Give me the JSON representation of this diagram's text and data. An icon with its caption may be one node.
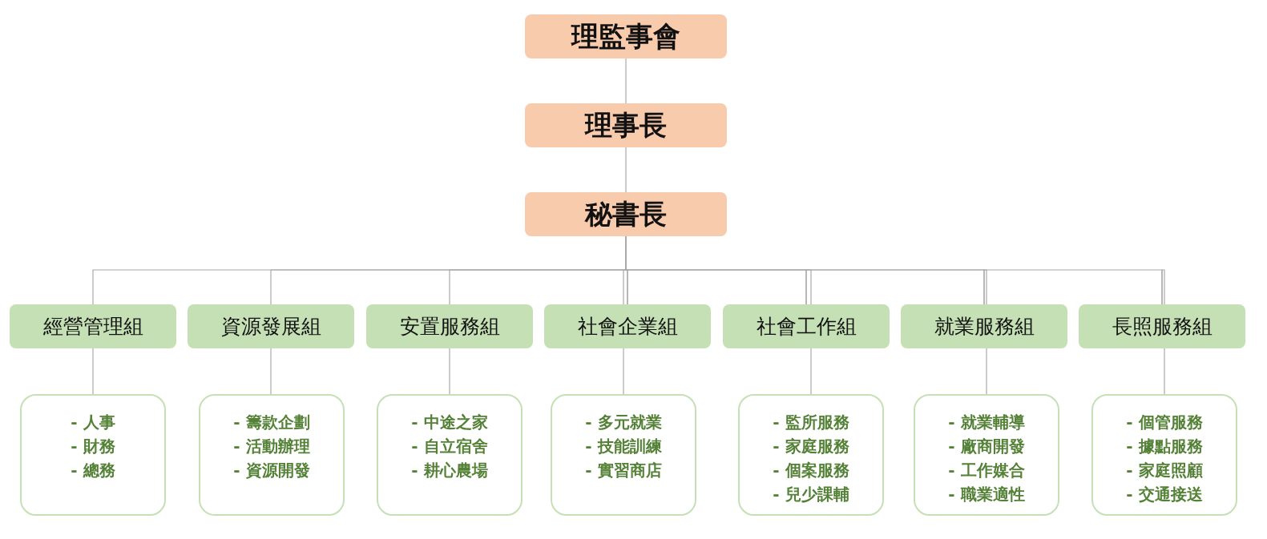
{
  "diagram": {
    "nodes": [
      {
        "text": [
          "理監事會"
        ]
      },
      {
        "text": [
          "理事長"
        ]
      },
      {
        "text": [
          "秘書長"
        ]
      },
      {
        "text": [
          "經營管理組"
        ]
      },
      {
        "text": [
          "資源發展組"
        ]
      },
      {
        "text": [
          "安置服務組"
        ]
      },
      {
        "text": [
          "社會企業組"
        ]
      },
      {
        "text": [
          "社會工作組"
        ]
      },
      {
        "text": [
          "就業服務組"
        ]
      },
      {
        "text": [
          "長照服務組"
        ]
      },
      {
        "text": [
          "- 人事",
          "- 財務",
          "- 總務"
        ]
      },
      {
        "text": [
          "- 籌款企劃",
          "- 活動辦理",
          "- 資源開發"
        ]
      },
      {
        "text": [
          "- 中途之家",
          "- 自立宿舍",
          "- 耕心農場"
        ]
      },
      {
        "text": [
          "- 多元就業",
          "- 技能訓練",
          "- 實習商店"
        ]
      },
      {
        "text": [
          "- 監所服務",
          "- 家庭服務",
          "- 個案服務",
          "- 兒少課輔"
        ]
      },
      {
        "text": [
          "- 就業輔導",
          "- 廠商開發",
          "- 工作媒合",
          "- 職業適性"
        ]
      },
      {
        "text": [
          "- 個管服務",
          "- 據點服務",
          "- 家庭照顧",
          "- 交通接送"
        ]
      }
    ],
    "edges": [
      {
        "from": 0,
        "to": 1,
        "arrow": "none"
      },
      {
        "from": 1,
        "to": 2,
        "arrow": "none"
      },
      {
        "from": 2,
        "to": 3,
        "arrow": "none"
      },
      {
        "from": 2,
        "to": 4,
        "arrow": "none"
      },
      {
        "from": 2,
        "to": 5,
        "arrow": "none"
      },
      {
        "from": 2,
        "to": 6,
        "arrow": "none"
      },
      {
        "from": 2,
        "to": 7,
        "arrow": "none"
      },
      {
        "from": 2,
        "to": 8,
        "arrow": "none"
      },
      {
        "from": 2,
        "to": 9,
        "arrow": "none"
      },
      {
        "from": 3,
        "to": 10,
        "arrow": "none"
      },
      {
        "from": 4,
        "to": 11,
        "arrow": "none"
      },
      {
        "from": 5,
        "to": 12,
        "arrow": "none"
      },
      {
        "from": 6,
        "to": 13,
        "arrow": "none"
      },
      {
        "from": 7,
        "to": 14,
        "arrow": "none"
      },
      {
        "from": 8,
        "to": 15,
        "arrow": "none"
      },
      {
        "from": 9,
        "to": 16,
        "arrow": "none"
      }
    ]
  }
}
